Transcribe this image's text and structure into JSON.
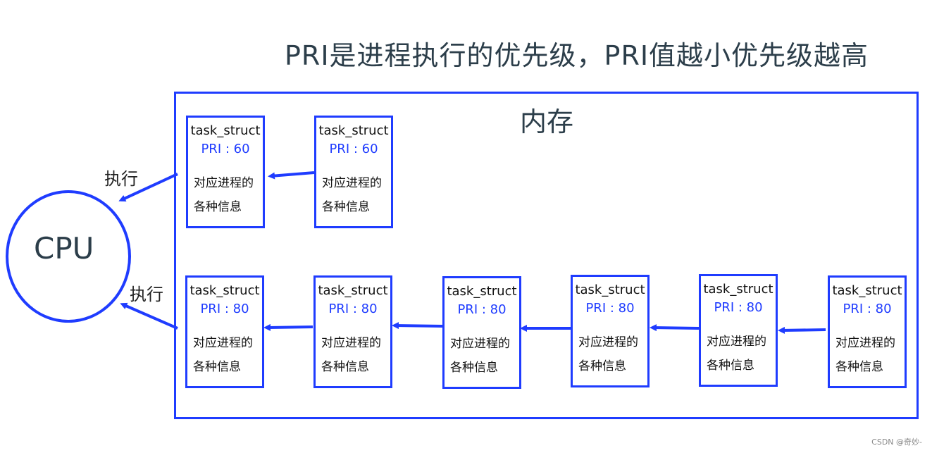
{
  "title": "PRI是进程执行的优先级，PRI值越小优先级越高",
  "memory_label": "内存",
  "cpu_label": "CPU",
  "exec_labels": [
    "执行",
    "执行"
  ],
  "task_name": "task_struct",
  "task_info_line1": "对应进程的",
  "task_info_line2": "各种信息",
  "rows": [
    {
      "tasks": [
        {
          "pri": "PRI : 60"
        },
        {
          "pri": "PRI : 60"
        }
      ]
    },
    {
      "tasks": [
        {
          "pri": "PRI : 80"
        },
        {
          "pri": "PRI : 80"
        },
        {
          "pri": "PRI : 80"
        },
        {
          "pri": "PRI : 80"
        },
        {
          "pri": "PRI : 80"
        },
        {
          "pri": "PRI : 80"
        }
      ]
    }
  ],
  "watermark": "CSDN @奇妙-",
  "colors": {
    "accent": "#1f3cff",
    "text": "#2c3e4a"
  }
}
